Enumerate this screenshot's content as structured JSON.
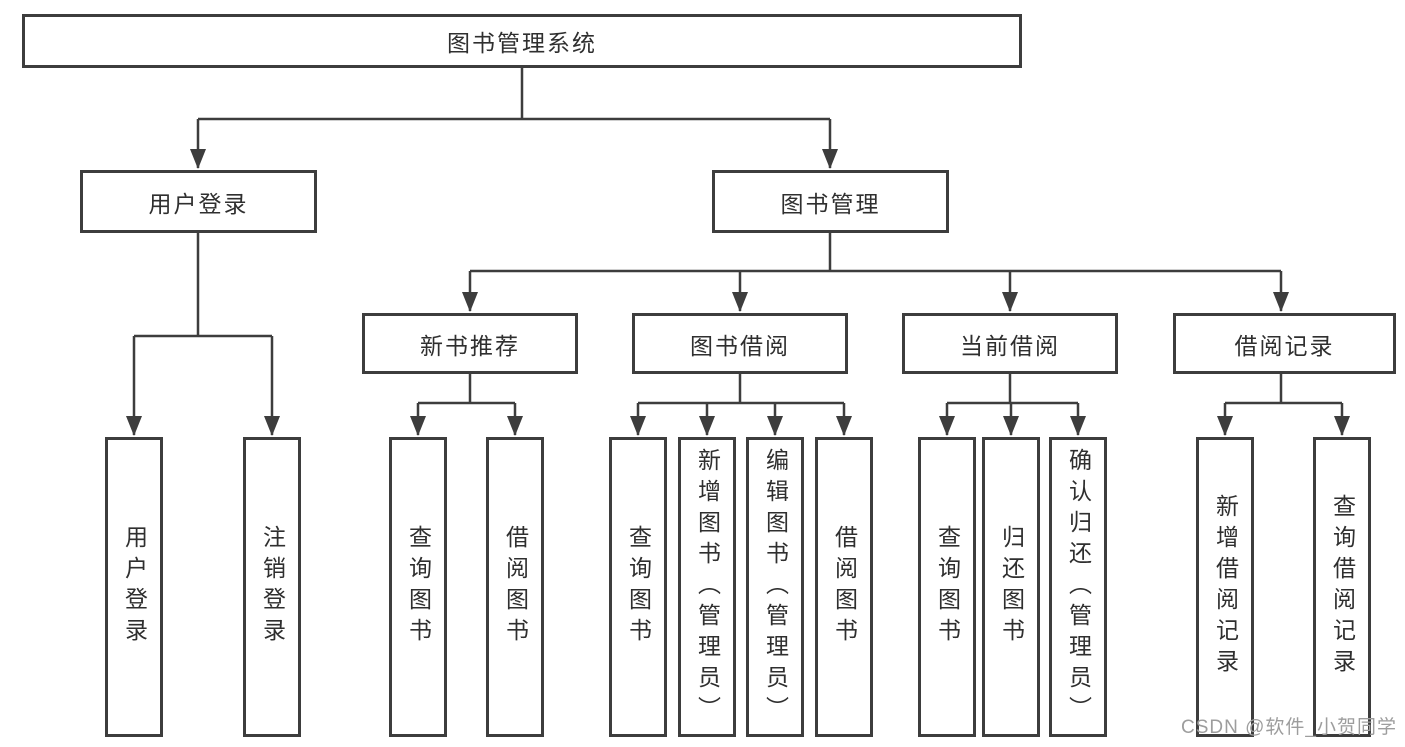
{
  "colors": {
    "line": "#3d3d3d",
    "text": "#2f2f2f",
    "background": "#ffffff",
    "watermark": "#9d9d9d"
  },
  "watermark": {
    "text": "CSDN @软件_小贺同学"
  },
  "tree": {
    "root": {
      "label": "图书管理系统"
    },
    "branches": [
      {
        "label": "用户登录",
        "children": [
          {
            "label": "用户登录"
          },
          {
            "label": "注销登录"
          }
        ]
      },
      {
        "label": "图书管理",
        "children": [
          {
            "label": "新书推荐",
            "children": [
              {
                "label": "查询图书"
              },
              {
                "label": "借阅图书"
              }
            ]
          },
          {
            "label": "图书借阅",
            "children": [
              {
                "label": "查询图书"
              },
              {
                "label": "新增图书（管理员）"
              },
              {
                "label": "编辑图书（管理员）"
              },
              {
                "label": "借阅图书"
              }
            ]
          },
          {
            "label": "当前借阅",
            "children": [
              {
                "label": "查询图书"
              },
              {
                "label": "归还图书"
              },
              {
                "label": "确认归还（管理员）"
              }
            ]
          },
          {
            "label": "借阅记录",
            "children": [
              {
                "label": "新增借阅记录"
              },
              {
                "label": "查询借阅记录"
              }
            ]
          }
        ]
      }
    ]
  }
}
